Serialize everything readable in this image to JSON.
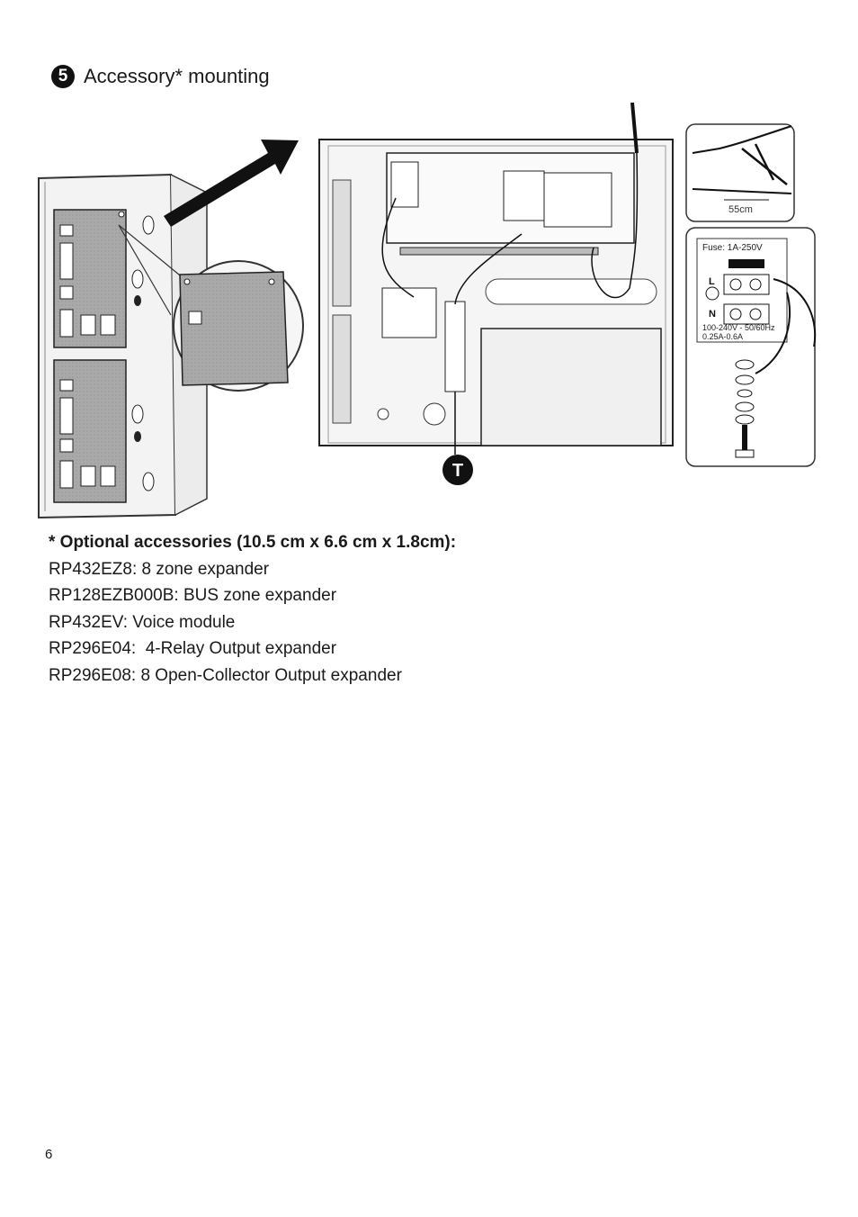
{
  "section": {
    "step_number": "5",
    "title": "Accessory* mounting"
  },
  "figure": {
    "cable_length_label": "55cm",
    "fuse_label": "Fuse: 1A-250V",
    "terminal_L": "L",
    "terminal_N": "N",
    "supply_line1": "100-240V - 50/60Hz",
    "supply_line2": "0.25A-0.6A",
    "tamper_marker": "T"
  },
  "notes": {
    "title": "* Optional accessories (10.5 cm x 6.6 cm x 1.8cm):",
    "items": [
      "RP432EZ8: 8 zone expander",
      "RP128EZB000B: BUS zone expander",
      "RP432EV: Voice module",
      "RP296E04:  4-Relay Output expander",
      "RP296E08: 8 Open-Collector Output expander"
    ]
  },
  "page_number": "6"
}
